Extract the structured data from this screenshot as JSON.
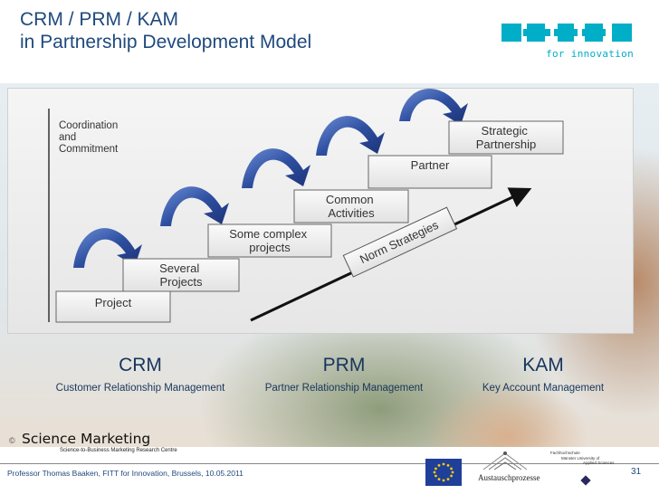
{
  "slide": {
    "title_line1": "CRM / PRM / KAM",
    "title_line2": "in Partnership Development Model"
  },
  "logo": {
    "tagline": "for innovation",
    "color": "#00aec7"
  },
  "diagram": {
    "y_axis_label": [
      "Coordination",
      "and",
      "Commitment"
    ],
    "steps": [
      {
        "lines": [
          "Project"
        ]
      },
      {
        "lines": [
          "Several",
          "Projects"
        ]
      },
      {
        "lines": [
          "Some complex",
          "projects"
        ]
      },
      {
        "lines": [
          "Common",
          "Activities"
        ]
      },
      {
        "lines": [
          "Partner"
        ]
      },
      {
        "lines": [
          "Strategic",
          "Partnership"
        ]
      }
    ],
    "trend_label": "Norm Strategies",
    "arrow_color": "#2e4fa0"
  },
  "bands": [
    {
      "abbr": "CRM",
      "full": "Customer Relationship Management"
    },
    {
      "abbr": "PRM",
      "full": "Partner Relationship Management"
    },
    {
      "abbr": "KAM",
      "full": "Key Account Management"
    }
  ],
  "footer": {
    "copyright": "©",
    "brand": "Science Marketing",
    "brand_sub": "Science-to-Business Marketing Research Centre",
    "text": "Professor Thomas Baaken, FITT for Innovation, Brussels, 10.05.2011",
    "page": "31",
    "partner_logo_text": "Austauschprozesse",
    "university_lines": [
      "Fachhochschule",
      "Münster University of",
      "Applied Sciences"
    ]
  }
}
